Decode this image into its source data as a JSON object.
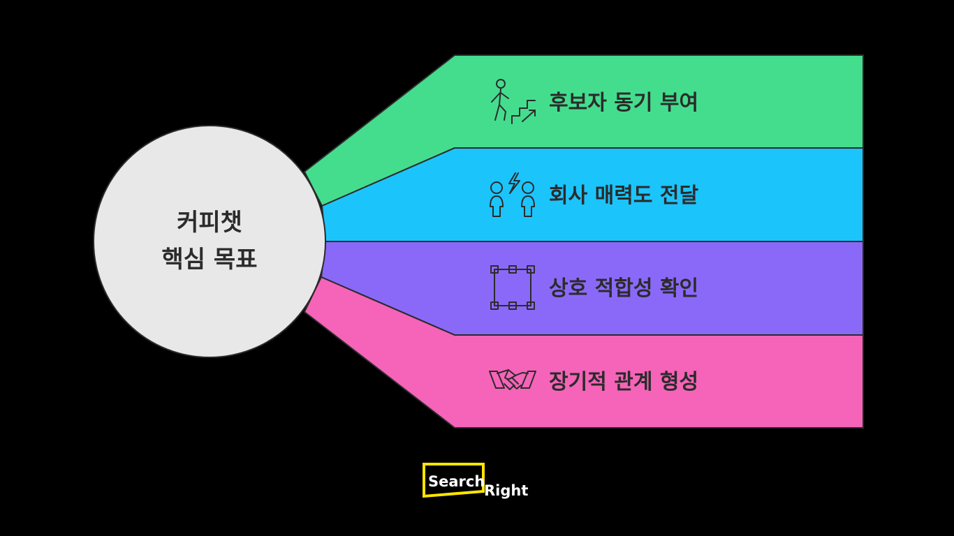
{
  "center": {
    "line1": "커피챗",
    "line2": "핵심 목표"
  },
  "goals": [
    {
      "label": "후보자 동기 부여",
      "icon": "person-climbing-stairs-icon",
      "color": "#44DD8E"
    },
    {
      "label": "회사 매력도 전달",
      "icon": "two-people-lightning-icon",
      "color": "#1CC4FC"
    },
    {
      "label": "상호 적합성 확인",
      "icon": "frame-square-icon",
      "color": "#8B69F8"
    },
    {
      "label": "장기적 관계 형성",
      "icon": "handshake-icon",
      "color": "#F564B8"
    }
  ],
  "logo": {
    "part1": "Search",
    "part2": "Right",
    "accent": "#FFE500"
  }
}
